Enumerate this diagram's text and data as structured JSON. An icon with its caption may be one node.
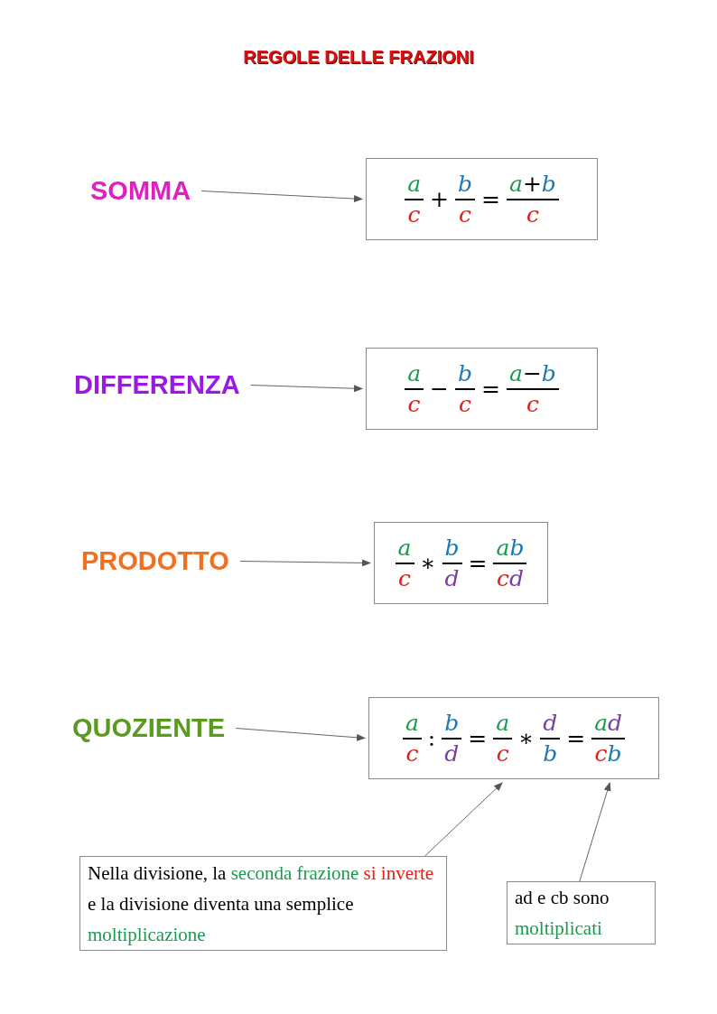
{
  "diagram": {
    "title": "REGOLE DELLE FRAZIONI",
    "nodes": [
      {
        "text": [
          "SOMMA"
        ]
      },
      {
        "text": [
          "a",
          "c",
          "+",
          "b",
          "c",
          "=",
          "a",
          "+",
          "b",
          "c"
        ]
      },
      {
        "text": [
          "DIFFERENZA"
        ]
      },
      {
        "text": [
          "a",
          "c",
          "−",
          "b",
          "c",
          "=",
          "a",
          "−",
          "b",
          "c"
        ]
      },
      {
        "text": [
          "PRODOTTO"
        ]
      },
      {
        "text": [
          "a",
          "c",
          "∗",
          "b",
          "d",
          "=",
          "a",
          "b",
          "c",
          "d"
        ]
      },
      {
        "text": [
          "QUOZIENTE"
        ]
      },
      {
        "text": [
          "a",
          "c",
          ":",
          "b",
          "d",
          "=",
          "a",
          "c",
          "∗",
          "d",
          "b",
          "=",
          "a",
          "d",
          "c",
          "b"
        ]
      },
      {
        "text": [
          "Nella divisione, la",
          "seconda frazione",
          "si inverte",
          "e la divisione diventa una semplice",
          "moltiplicazione"
        ]
      },
      {
        "text": [
          "ad e cb sono",
          "moltiplicati"
        ]
      }
    ],
    "edges": [
      {
        "from": 0,
        "to": 1,
        "arrow": "to"
      },
      {
        "from": 2,
        "to": 3,
        "arrow": "to"
      },
      {
        "from": 4,
        "to": 5,
        "arrow": "to"
      },
      {
        "from": 6,
        "to": 7,
        "arrow": "to"
      },
      {
        "from": 8,
        "to": 7,
        "arrow": "to"
      },
      {
        "from": 9,
        "to": 7,
        "arrow": "to"
      }
    ]
  }
}
